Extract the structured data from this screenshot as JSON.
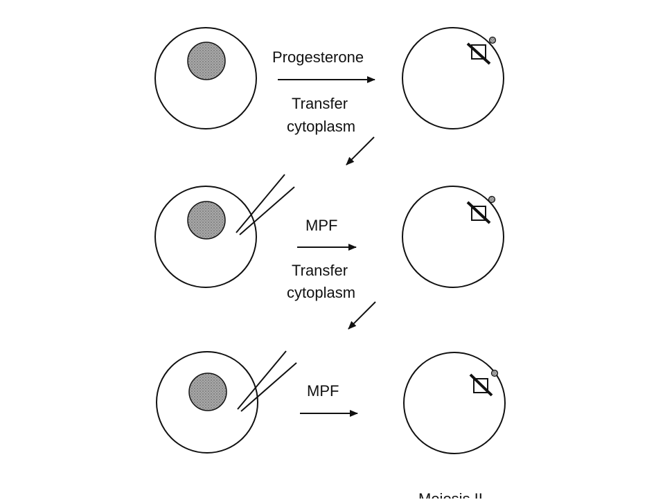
{
  "diagram": {
    "rows": [
      {
        "stimulus_label": "Progesterone",
        "transfer_label_line1": "Transfer",
        "transfer_label_line2": "cytoplasm"
      },
      {
        "stimulus_label": "MPF",
        "transfer_label_line1": "Transfer",
        "transfer_label_line2": "cytoplasm"
      },
      {
        "stimulus_label": "MPF"
      }
    ],
    "bottom_caption": "Meiosis II"
  },
  "colors": {
    "line": "#111111",
    "nucleus_fill": "#9a9a9a",
    "background": "#ffffff"
  }
}
